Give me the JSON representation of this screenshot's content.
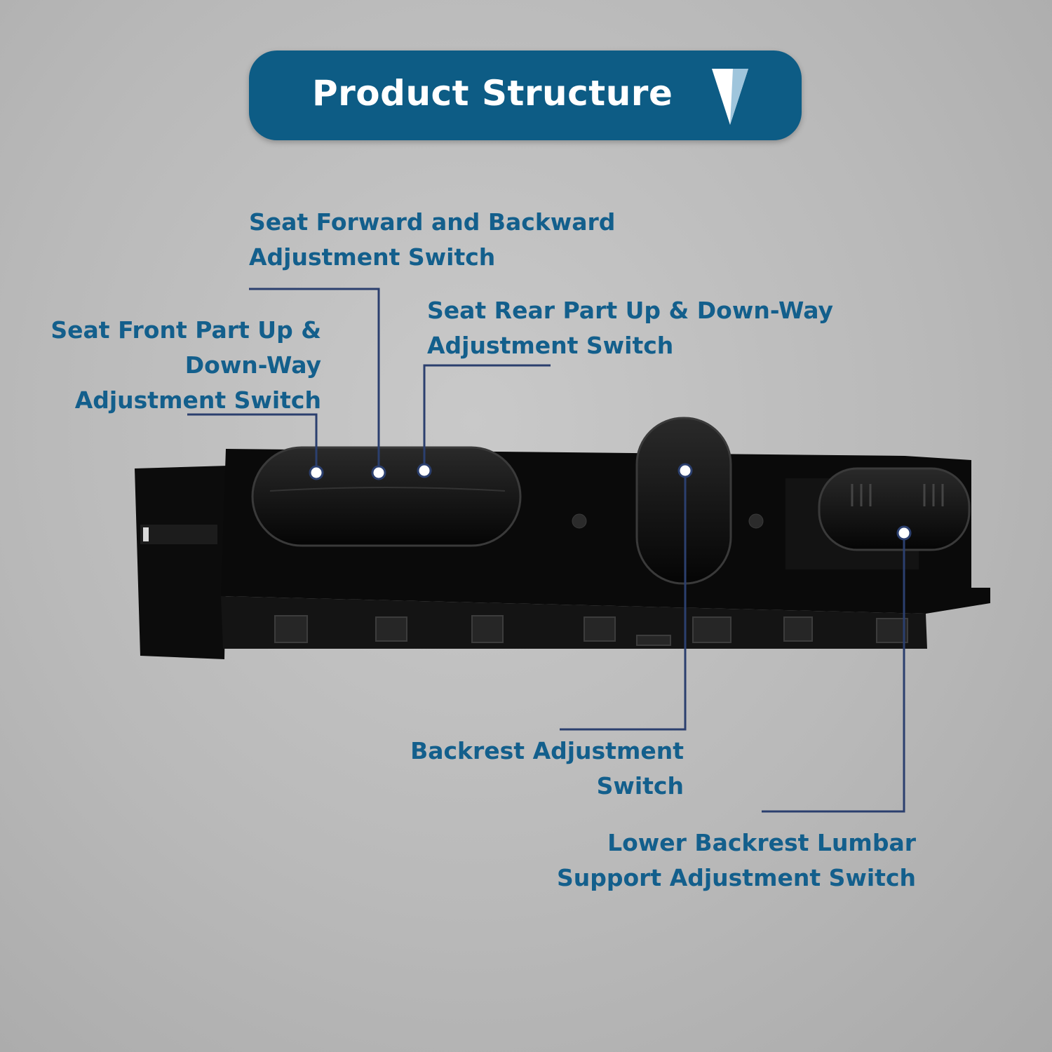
{
  "banner": {
    "title": "Product Structure",
    "background_color": "#0d5c85",
    "icon": "chevron-down-icon"
  },
  "label_color": "#135f8c",
  "leader_line_color": "#2b3f6e",
  "callouts": [
    {
      "id": "seat-forward-backward",
      "lines": [
        "Seat Forward and Backward",
        "Adjustment Switch"
      ]
    },
    {
      "id": "seat-front-up-down",
      "lines": [
        "Seat Front Part Up &",
        "Down-Way",
        "Adjustment Switch"
      ]
    },
    {
      "id": "seat-rear-up-down",
      "lines": [
        "Seat Rear Part Up & Down-Way",
        "Adjustment Switch"
      ]
    },
    {
      "id": "backrest",
      "lines": [
        "Backrest Adjustment",
        "Switch"
      ]
    },
    {
      "id": "lumbar",
      "lines": [
        "Lower Backrest Lumbar",
        "Support Adjustment Switch"
      ]
    }
  ]
}
